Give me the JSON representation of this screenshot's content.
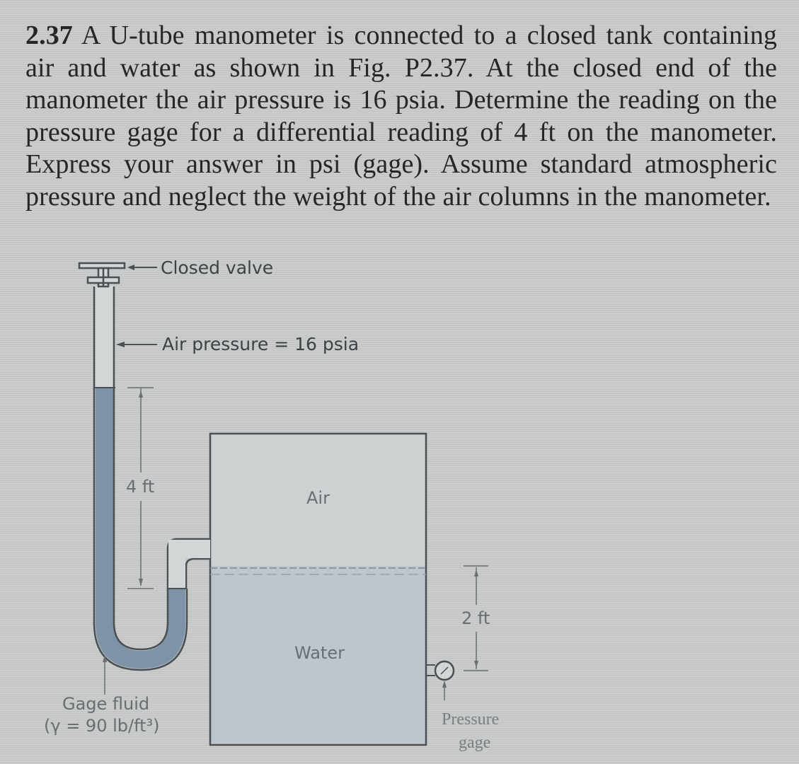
{
  "problem": {
    "number": "2.37",
    "text": "A U-tube manometer is connected to a closed tank containing air and water as shown in Fig. P2.37. At the closed end of the manometer the air pressure is 16 psia. Determine the reading on the pressure gage for a differential reading of 4 ft on the manometer. Express your answer in psi (gage). Assume standard atmospheric pressure and neglect the weight of the air columns in the manometer."
  },
  "figure": {
    "closed_valve": "Closed valve",
    "air_pressure": "Air pressure = 16 psia",
    "differential": "4 ft",
    "tank_air": "Air",
    "tank_water": "Water",
    "water_depth": "2 ft",
    "gage_fluid_line1": "Gage fluid",
    "gage_fluid_line2": "(γ = 90 lb/ft³)",
    "pressure_gage_line1": "Pressure",
    "pressure_gage_line2": "gage"
  },
  "colors": {
    "gage_fluid": "#7d93a8",
    "water": "#bcc6cc",
    "outline": "#4a4f54",
    "text": "#262626"
  }
}
